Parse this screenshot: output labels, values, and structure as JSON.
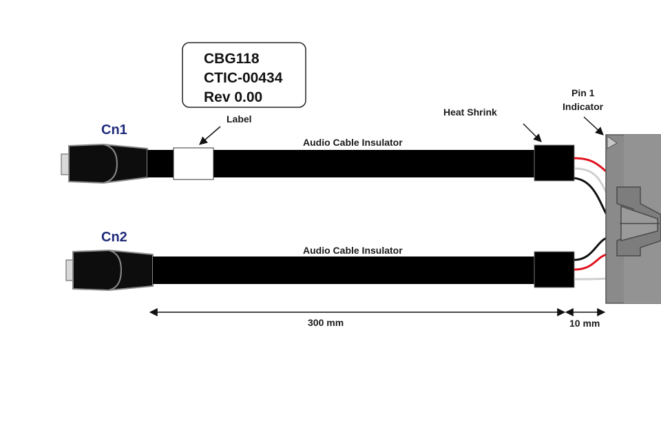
{
  "label_box": {
    "line1": "CBG118",
    "line2": "CTIC-00434",
    "line3": "Rev 0.00"
  },
  "connectors": {
    "cn1": "Cn1",
    "cn2": "Cn2"
  },
  "callouts": {
    "label": "Label",
    "heat_shrink": "Heat Shrink",
    "pin1_line1": "Pin 1",
    "pin1_line2": "Indicator"
  },
  "cables": {
    "top_label": "Audio Cable Insulator",
    "bottom_label": "Audio Cable Insulator"
  },
  "dimensions": {
    "cable_length": "300 mm",
    "lead_length": "10 mm"
  },
  "colors": {
    "connector_label": "#1f2a7a",
    "cable": "#000000",
    "wire_red": "#e0141e",
    "wire_white": "#cfcfcf",
    "wire_black": "#111111",
    "housing": "#8a8a8a"
  }
}
